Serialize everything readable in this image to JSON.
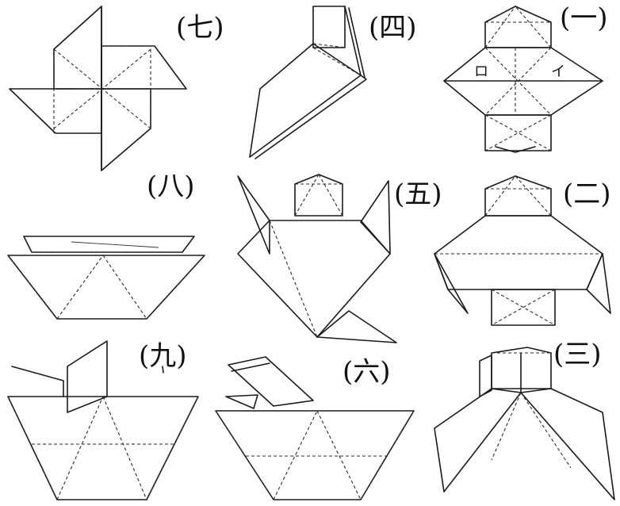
{
  "labels": {
    "one": "(一)",
    "two": "(二)",
    "three": "(三)",
    "four": "(四)",
    "five": "(五)",
    "six": "(六)",
    "seven": "(七)",
    "eight": "(八)",
    "nine": "(九)"
  },
  "annotations": {
    "ro": "ロ",
    "i": "イ"
  }
}
